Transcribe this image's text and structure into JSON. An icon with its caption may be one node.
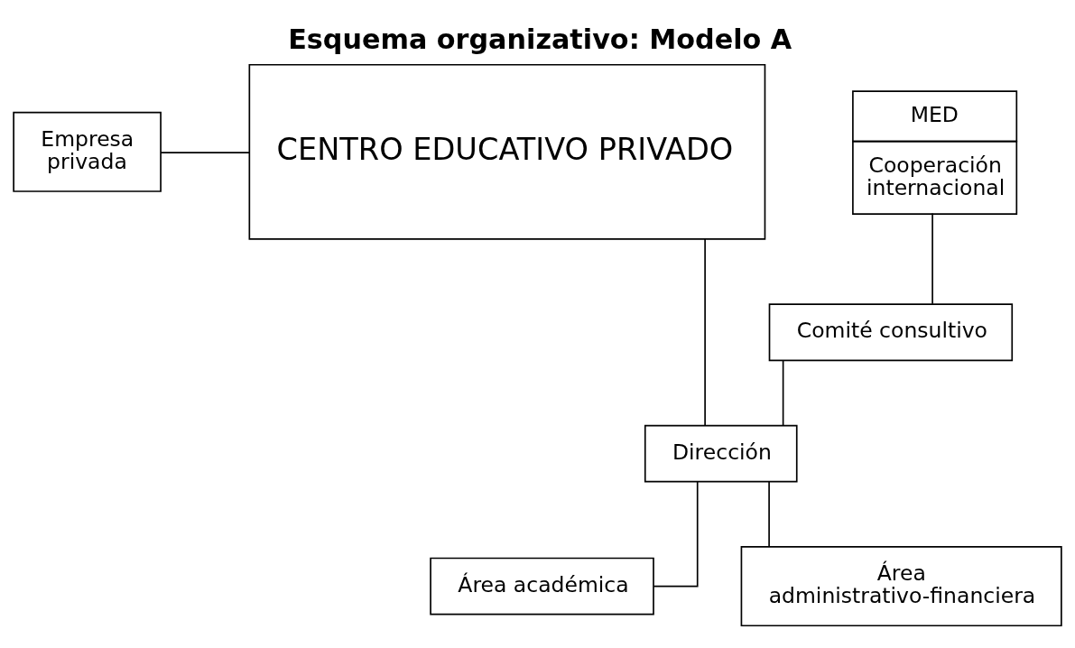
{
  "diagram": {
    "title": "Esquema organizativo: Modelo A",
    "nodes": [
      {
        "text": [
          "Empresa privada"
        ]
      },
      {
        "text": [
          "CENTRO EDUCATIVO PRIVADO"
        ]
      },
      {
        "text": [
          "MED",
          "Cooperación internacional"
        ]
      },
      {
        "text": [
          "Comité consultivo"
        ]
      },
      {
        "text": [
          "Dirección"
        ]
      },
      {
        "text": [
          "Área académica"
        ]
      },
      {
        "text": [
          "Área administrativo-financiera"
        ]
      }
    ],
    "edges": [
      {
        "from": 0,
        "to": 1,
        "arrow": "none"
      },
      {
        "from": 1,
        "to": 4,
        "arrow": "none"
      },
      {
        "from": 2,
        "to": 3,
        "arrow": "none"
      },
      {
        "from": 3,
        "to": 4,
        "arrow": "none"
      },
      {
        "from": 4,
        "to": 5,
        "arrow": "none"
      },
      {
        "from": 4,
        "to": 6,
        "arrow": "none"
      }
    ]
  }
}
